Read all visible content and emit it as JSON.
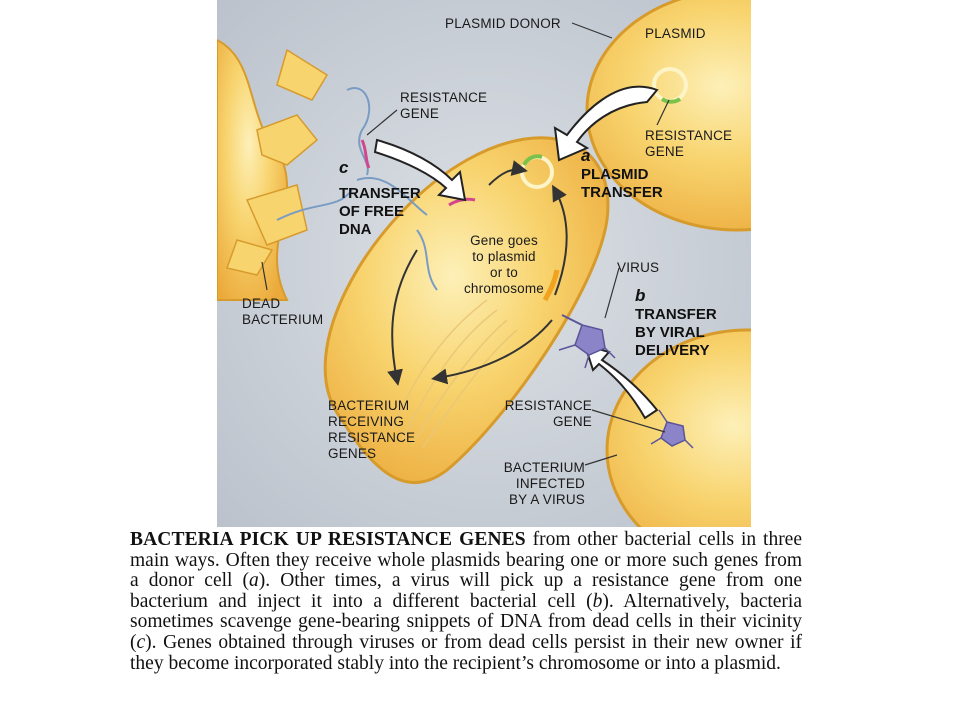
{
  "labels": {
    "plasmid_donor": "PLASMID DONOR",
    "plasmid": "PLASMID",
    "resistance_gene_top": "RESISTANCE\nGENE",
    "resistance_gene_plasmid": "RESISTANCE\nGENE",
    "letter_a": "a",
    "plasmid_transfer": "PLASMID\nTRANSFER",
    "letter_c": "c",
    "transfer_free_dna": "TRANSFER\nOF FREE\nDNA",
    "gene_goes": "Gene goes\nto plasmid\nor to\nchromosome",
    "virus": "VIRUS",
    "letter_b": "b",
    "transfer_viral": "TRANSFER\nBY VIRAL\nDELIVERY",
    "dead_bacterium": "DEAD\nBACTERIUM",
    "bacterium_receiving": "BACTERIUM\nRECEIVING\nRESISTANCE\nGENES",
    "resistance_gene_virus": "RESISTANCE\nGENE",
    "bacterium_infected": "BACTERIUM\nINFECTED\nBY A VIRUS"
  },
  "caption": {
    "lead": "BACTERIA PICK UP RESISTANCE GENES",
    "part1": " from other bacterial cells in three main ways. Often they receive whole plasmids bearing one or more such genes from a donor cell (",
    "cite_a": "a",
    "part2": "). Other times, a virus will pick up a resistance gene from one bacterium and inject it into a different bacterial cell (",
    "cite_b": "b",
    "part3": "). Alternatively, bacteria sometimes scavenge gene-bearing snippets of DNA from dead cells in their vicinity (",
    "cite_c": "c",
    "part4": "). Genes obtained through viruses or from dead cells persist in their new owner if they become incorporated stably into the recipient’s chromosome or into a plasmid."
  },
  "colors": {
    "background": "#c9ced6",
    "cell_fill": "#f3c14f",
    "cell_highlight": "#fde9a6",
    "cell_outline": "#d79b2c",
    "dna_blue": "#7a9cc4",
    "gene_magenta": "#d2468c",
    "gene_green": "#7cc24a",
    "virus_purple": "#8b84c8"
  }
}
